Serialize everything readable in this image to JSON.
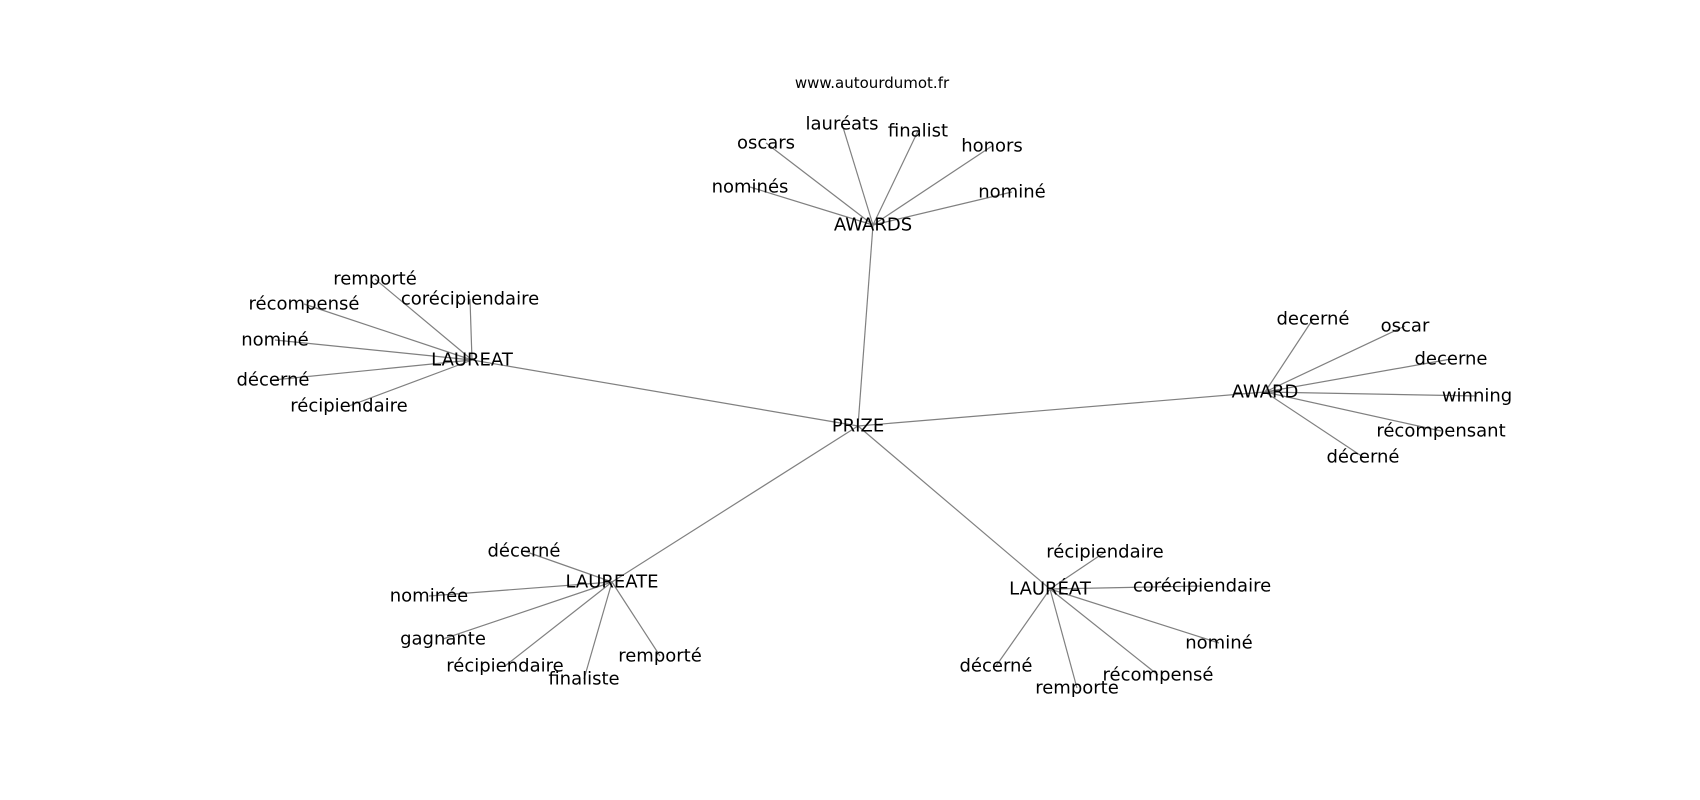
{
  "source": "www.autourdumot.fr",
  "root": "PRIZE",
  "branches": [
    {
      "hub": "AWARDS",
      "words": [
        "lauréats",
        "finalist",
        "oscars",
        "honors",
        "nominés",
        "nominé"
      ]
    },
    {
      "hub": "LAUREAT",
      "words": [
        "remporté",
        "récompensé",
        "corécipiendaire",
        "nominé",
        "décerné",
        "récipiendaire"
      ]
    },
    {
      "hub": "AWARD",
      "words": [
        "decerné",
        "oscar",
        "decerne",
        "winning",
        "récompensant",
        "décerné"
      ]
    },
    {
      "hub": "LAUREATE",
      "words": [
        "décerné",
        "nominée",
        "gagnante",
        "récipiendaire",
        "remporté",
        "finaliste"
      ]
    },
    {
      "hub": "LAURÉAT",
      "words": [
        "récipiendaire",
        "corécipiendaire",
        "nominé",
        "décerné",
        "récompensé",
        "remporte"
      ]
    }
  ]
}
